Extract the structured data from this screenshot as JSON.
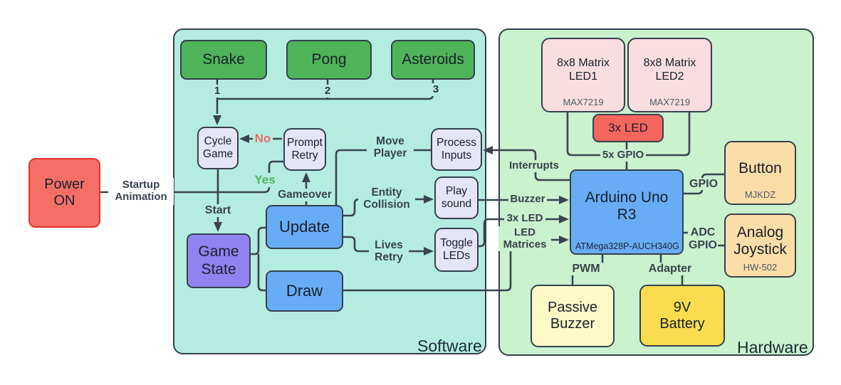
{
  "power": {
    "label": "Power\nON",
    "startup_label": "Startup\nAnimation"
  },
  "software": {
    "container_label": "Software",
    "games": [
      {
        "label": "Snake",
        "num": "1"
      },
      {
        "label": "Pong",
        "num": "2"
      },
      {
        "label": "Asteroids",
        "num": "3"
      }
    ],
    "nodes": {
      "cycle_game": "Cycle\nGame",
      "prompt_retry": "Prompt\nRetry",
      "process_inputs": "Process\nInputs",
      "play_sound": "Play\nsound",
      "toggle_leds": "Toggle\nLEDs",
      "update": "Update",
      "draw": "Draw",
      "game_state": "Game\nState"
    },
    "edges": {
      "no": "No",
      "yes": "Yes",
      "gameover": "Gameover",
      "start": "Start",
      "move_player": "Move\nPlayer",
      "entity_collision": "Entity\nCollision",
      "lives_retry": "Lives\nRetry"
    }
  },
  "hardware": {
    "container_label": "Hardware",
    "nodes": {
      "matrix1": {
        "title": "8x8 Matrix\nLED1",
        "chip": "MAX7219"
      },
      "matrix2": {
        "title": "8x8 Matrix\nLED2",
        "chip": "MAX7219"
      },
      "led3x": "3x LED",
      "arduino": {
        "title": "Arduino Uno\nR3",
        "chip_left": "ATMega328P-AU",
        "chip_right": "CH340G"
      },
      "button": {
        "title": "Button",
        "chip": "MJKDZ"
      },
      "joystick": {
        "title": "Analog\nJoystick",
        "chip": "HW-502"
      },
      "buzzer": "Passive\nBuzzer",
      "battery": "9V\nBattery"
    },
    "edges": {
      "gpio5": "5x GPIO",
      "interrupts": "Interrupts",
      "buzzer": "Buzzer",
      "led3x": "3x LED",
      "led_matrices": "LED\nMatrices",
      "gpio": "GPIO",
      "adc_gpio": "ADC\nGPIO",
      "pwm": "PWM",
      "adapter": "Adapter"
    }
  },
  "colors": {
    "software_fill": "#b4ede0",
    "hardware_fill": "#c9f2cd",
    "line": "#3a4450",
    "game_green": "#4fb359",
    "lavender": "#e5e5f8",
    "blue": "#68acf6",
    "purple": "#9282f0",
    "pink": "#fadde0",
    "red": "#f4655e",
    "power_red": "#f56f66",
    "tan": "#fbdda7",
    "pale_yellow": "#fdfac8",
    "yellow": "#fcdc4f",
    "no_text": "#f26b65",
    "yes_text": "#4cb858"
  }
}
